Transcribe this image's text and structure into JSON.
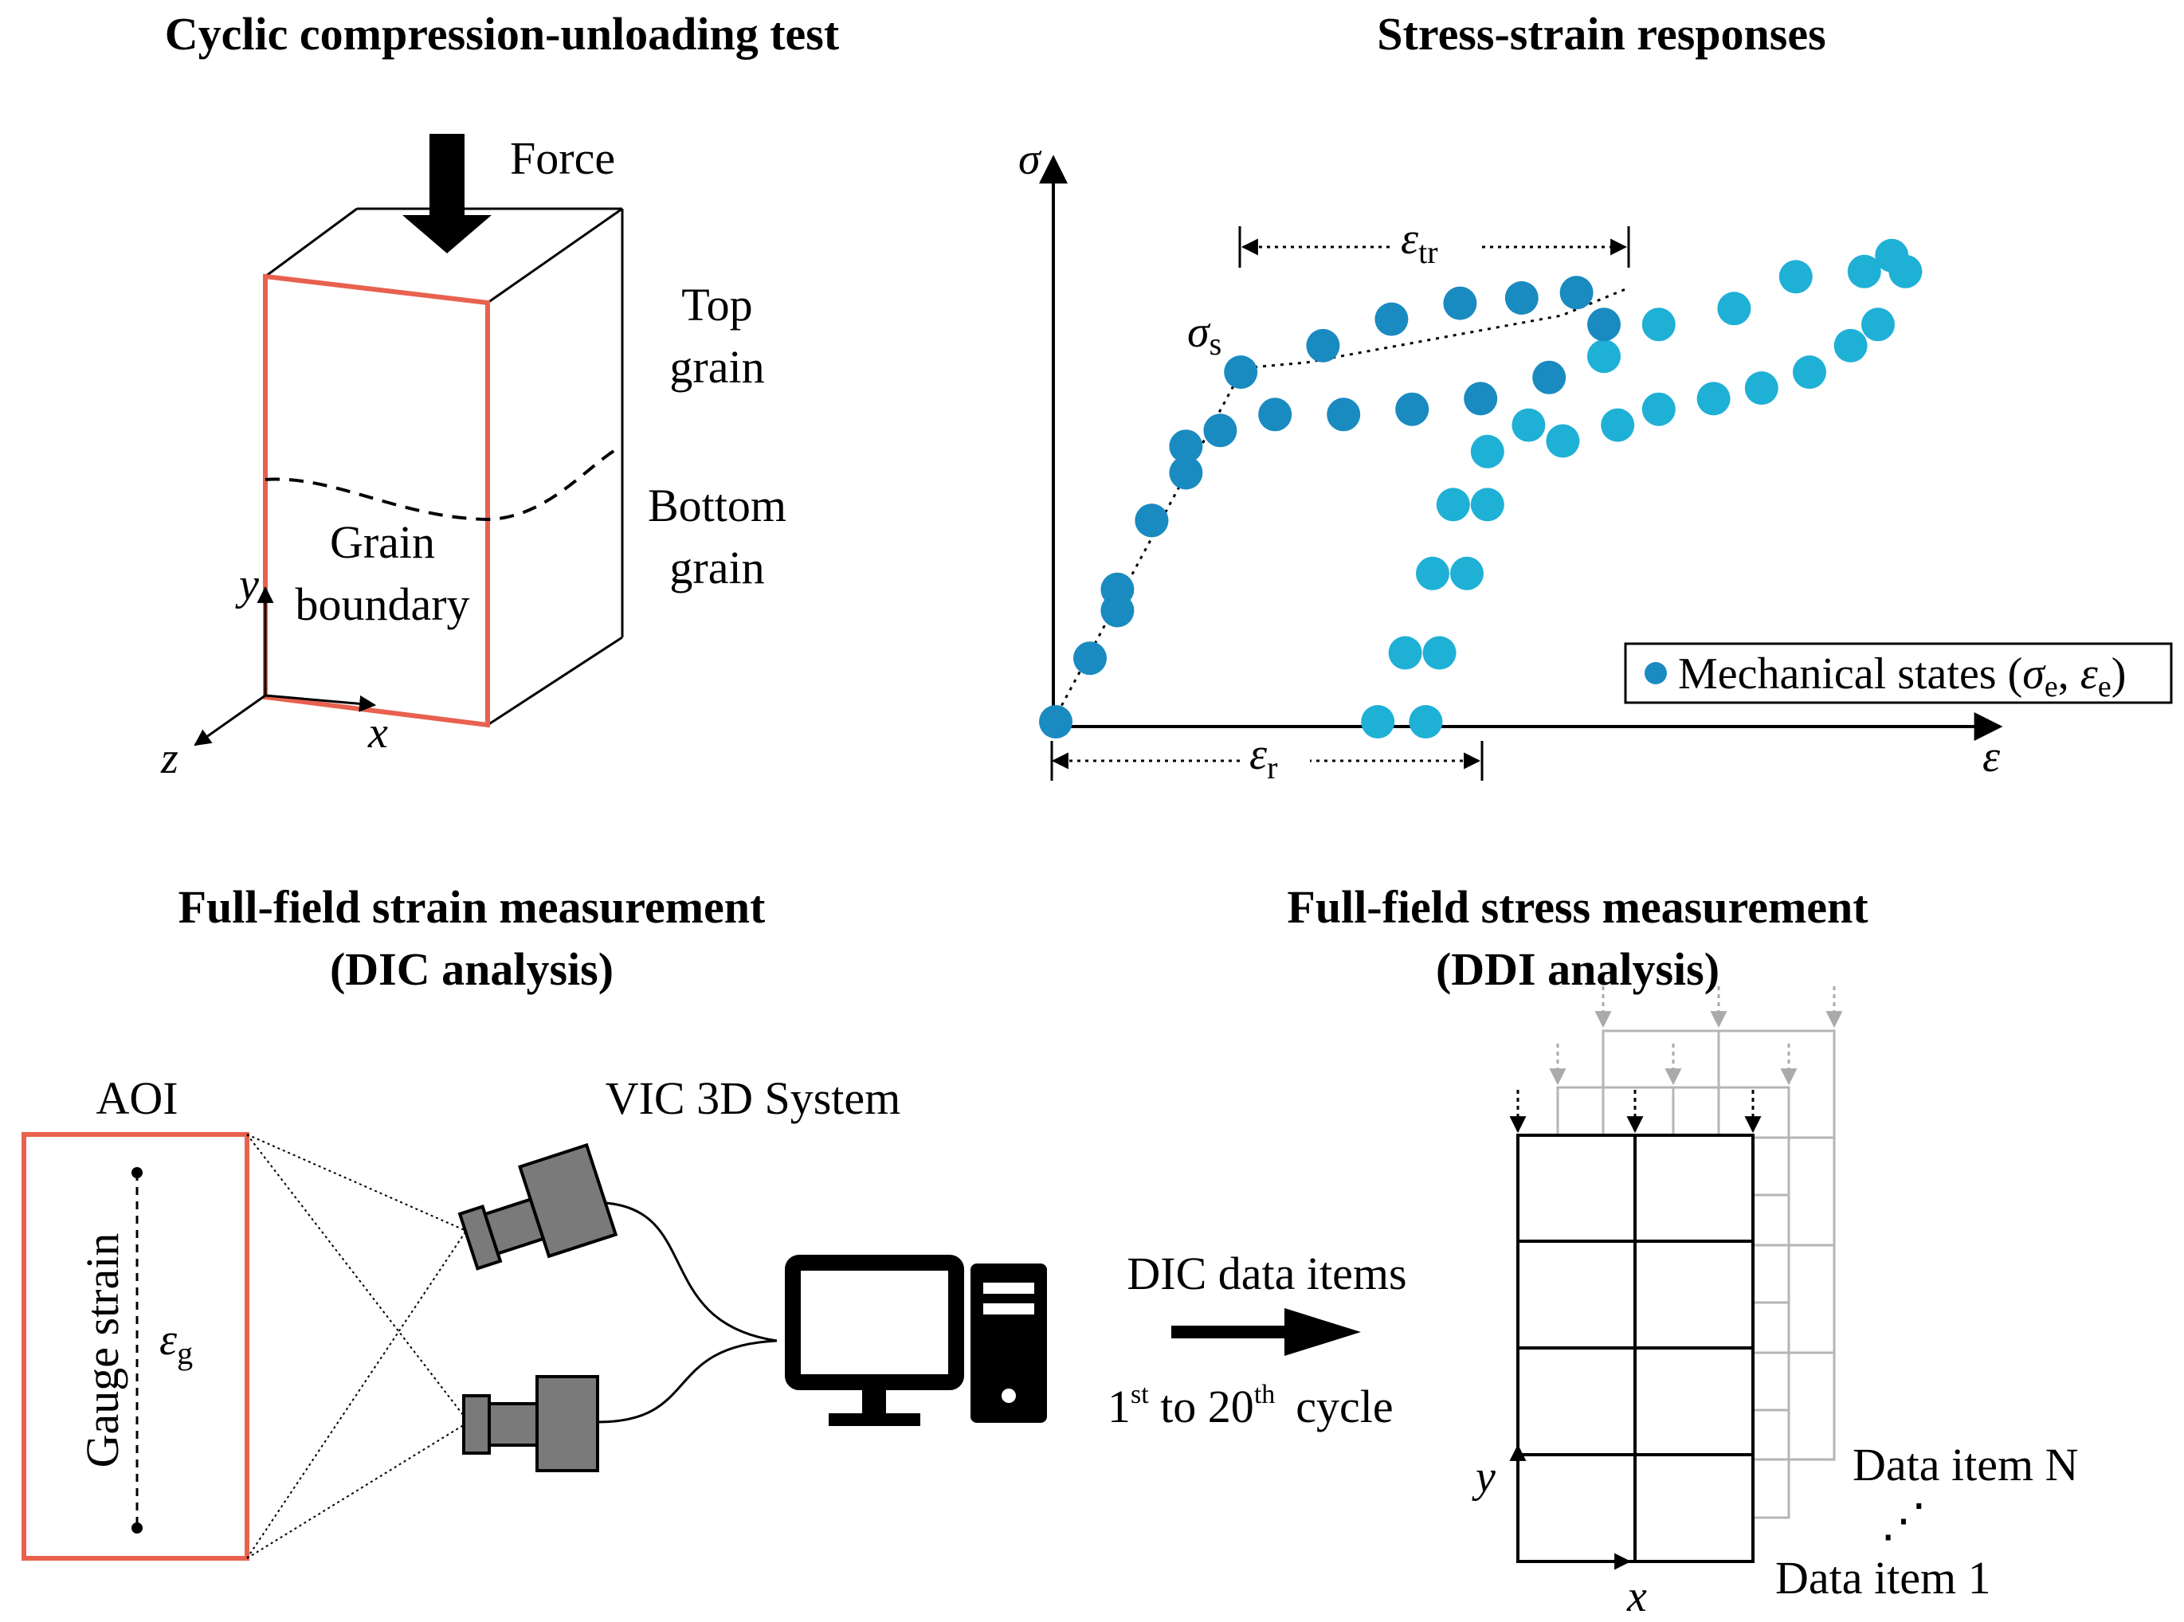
{
  "titles": {
    "cyclic_test": "Cyclic compression-unloading test",
    "stress_strain": "Stress-strain responses",
    "strain_measurement_line1": "Full-field strain measurement",
    "strain_measurement_line2": "(DIC analysis)",
    "stress_measurement_line1": "Full-field stress measurement",
    "stress_measurement_line2": "(DDI analysis)"
  },
  "specimen": {
    "force_label": "Force",
    "top_grain_line1": "Top",
    "top_grain_line2": "grain",
    "bottom_grain_line1": "Bottom",
    "bottom_grain_line2": "grain",
    "grain_boundary_line1": "Grain",
    "grain_boundary_line2": "boundary",
    "axis_y": "y",
    "axis_x": "x",
    "axis_z": "z",
    "outline_color": "#e8614f"
  },
  "stress_strain_plot": {
    "axis_sigma": "σ",
    "axis_epsilon": "ε",
    "sigma_s": "σ",
    "sigma_s_sub": "s",
    "epsilon_tr": "ε",
    "epsilon_tr_sub": "tr",
    "epsilon_r": "ε",
    "epsilon_r_sub": "r",
    "legend_prefix": "Mechanical states (",
    "legend_sigma": "σ",
    "legend_sub1": "e",
    "legend_comma": ", ",
    "legend_epsilon": "ε",
    "legend_sub2": "e",
    "legend_suffix": ")",
    "dark_point_color": "#1a8bc0",
    "light_point_color": "#1fb0d6",
    "points_dark": [
      [
        0,
        0
      ],
      [
        0.05,
        0.12
      ],
      [
        0.09,
        0.25
      ],
      [
        0.14,
        0.38
      ],
      [
        0.19,
        0.52
      ],
      [
        0.27,
        0.66
      ],
      [
        0.39,
        0.71
      ],
      [
        0.49,
        0.76
      ],
      [
        0.59,
        0.79
      ],
      [
        0.68,
        0.8
      ],
      [
        0.76,
        0.81
      ],
      [
        0.8,
        0.75
      ],
      [
        0.72,
        0.65
      ],
      [
        0.62,
        0.61
      ],
      [
        0.52,
        0.59
      ],
      [
        0.42,
        0.58
      ],
      [
        0.32,
        0.58
      ],
      [
        0.24,
        0.55
      ],
      [
        0.19,
        0.47
      ],
      [
        0.14,
        0.38
      ],
      [
        0.09,
        0.21
      ]
    ],
    "points_light": [
      [
        0.47,
        0
      ],
      [
        0.54,
        0
      ],
      [
        0.51,
        0.13
      ],
      [
        0.56,
        0.13
      ],
      [
        0.55,
        0.28
      ],
      [
        0.6,
        0.28
      ],
      [
        0.58,
        0.41
      ],
      [
        0.63,
        0.41
      ],
      [
        0.63,
        0.51
      ],
      [
        0.69,
        0.56
      ],
      [
        0.74,
        0.53
      ],
      [
        0.82,
        0.56
      ],
      [
        0.88,
        0.59
      ],
      [
        0.96,
        0.61
      ],
      [
        1.03,
        0.63
      ],
      [
        1.1,
        0.66
      ],
      [
        1.16,
        0.71
      ],
      [
        1.2,
        0.75
      ],
      [
        1.24,
        0.85
      ],
      [
        1.22,
        0.88
      ],
      [
        1.18,
        0.85
      ],
      [
        1.08,
        0.84
      ],
      [
        0.99,
        0.78
      ],
      [
        0.88,
        0.75
      ],
      [
        0.8,
        0.69
      ]
    ]
  },
  "dic": {
    "aoi_label": "AOI",
    "vic_label": "VIC 3D System",
    "gauge_strain_label": "Gauge strain",
    "epsilon_g": "ε",
    "epsilon_g_sub": "g",
    "data_items_label": "DIC data items",
    "cycle_1": "1",
    "cycle_1_sup": "st",
    "cycle_to": " to 20",
    "cycle_20_sup": "th",
    "cycle_word": "cycle",
    "aoi_color": "#e8614f",
    "camera_color": "#7a7a7a"
  },
  "ddi": {
    "axis_y": "y",
    "axis_x": "x",
    "data_item_n": "Data item N",
    "data_item_1": "Data item 1",
    "ellipsis": "⋰",
    "grid_color": "#000000",
    "back_grid_color": "#b5b5b5"
  }
}
